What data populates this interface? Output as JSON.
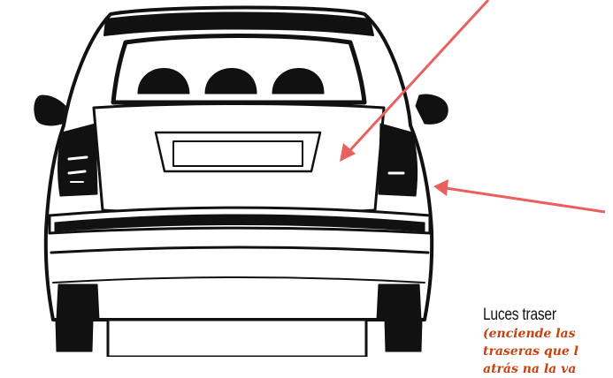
{
  "caption": {
    "title": "Luces traser",
    "lines": [
      "(enciende las",
      "traseras que l",
      "atrás na la va"
    ]
  },
  "colors": {
    "arrow": "#e9605f",
    "caption_note": "#c8420e",
    "car_outline": "#111111",
    "car_body": "#ffffff"
  },
  "icons": {
    "car": "car-rear-view-icon"
  }
}
